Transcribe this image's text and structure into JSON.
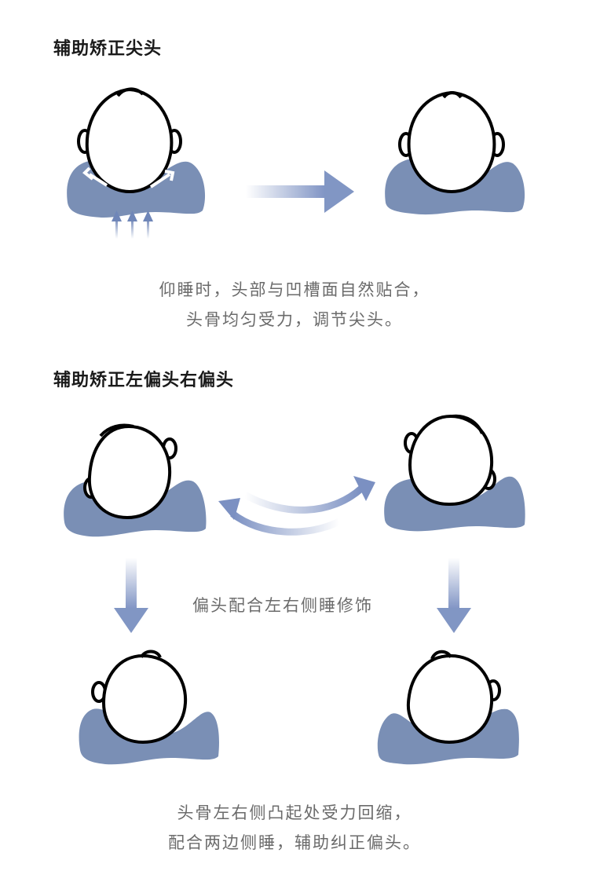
{
  "section1": {
    "title": "辅助矫正尖头",
    "caption_lines": [
      "仰睡时，头部与凹槽面自然贴合，",
      "头骨均匀受力，调节尖头。"
    ]
  },
  "section2": {
    "title": "辅助矫正左偏头右偏头",
    "middle_label": "偏头配合左右侧睡修饰",
    "caption_lines": [
      "头骨左右侧凸起处受力回缩，",
      "配合两边侧睡，辅助纠正偏头。"
    ]
  },
  "colors": {
    "pillow": "#7a8fb5",
    "arrow_dark": "#6f86b8",
    "outline": "#000000",
    "text_caption": "#6b6b6b"
  }
}
